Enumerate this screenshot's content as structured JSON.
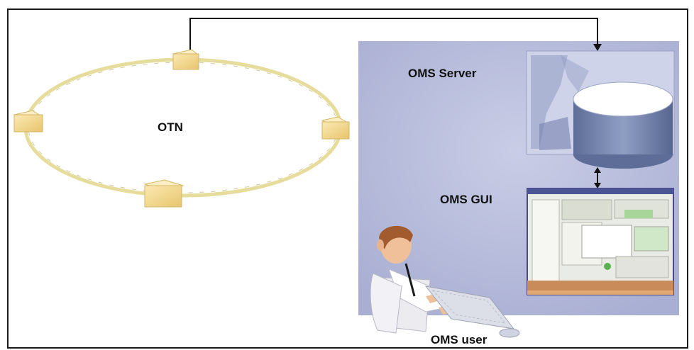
{
  "labels": {
    "otn": "OTN",
    "oms_server": "OMS Server",
    "oms_gui": "OMS GUI",
    "oms_user": "OMS user"
  },
  "nodes": {
    "ring": {
      "node_count": 4,
      "icon": "network-element-box"
    },
    "server": {
      "icon": "database-cylinder"
    },
    "gui": {
      "icon": "screen-window"
    },
    "user": {
      "icon": "person-at-keyboard"
    }
  },
  "colors": {
    "ring": "#e6dc9c",
    "ne_box": "#f3d98e",
    "panel": "#b6bbd9",
    "db": "#7d8db3",
    "screen_border": "#4a4a8a",
    "link": "#111111"
  }
}
